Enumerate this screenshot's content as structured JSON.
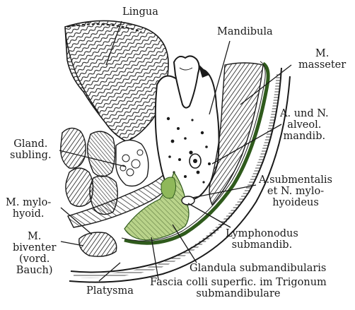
{
  "labels": {
    "lingua": [
      "Lingua"
    ],
    "mandibula": [
      "Mandibula"
    ],
    "masseter": [
      "M.",
      "masseter"
    ],
    "alveol": [
      "A. und N.",
      "alveol.",
      "mandib."
    ],
    "gland_subling": [
      "Gland.",
      "subling."
    ],
    "submentalis": [
      "A.submentalis",
      "et N. mylo-",
      "hyoideus"
    ],
    "mylohyoid": [
      "M. mylo-",
      "hyoid."
    ],
    "biventer": [
      "M.",
      "biventer",
      "(vord.",
      "Bauch)"
    ],
    "lymphonodus": [
      "Lymphonodus",
      "submandib."
    ],
    "glandula": [
      "Glandula submandibularis"
    ],
    "fascia": [
      "Fascia colli superfic. im Trigonum",
      "submandibulare"
    ],
    "platysma": [
      "Platysma"
    ]
  },
  "colors": {
    "fascia_green": "#2f5a1c",
    "gland_green": "#8fb85a",
    "gland_green_light": "#b9d38a",
    "ink": "#1a1a1a"
  }
}
